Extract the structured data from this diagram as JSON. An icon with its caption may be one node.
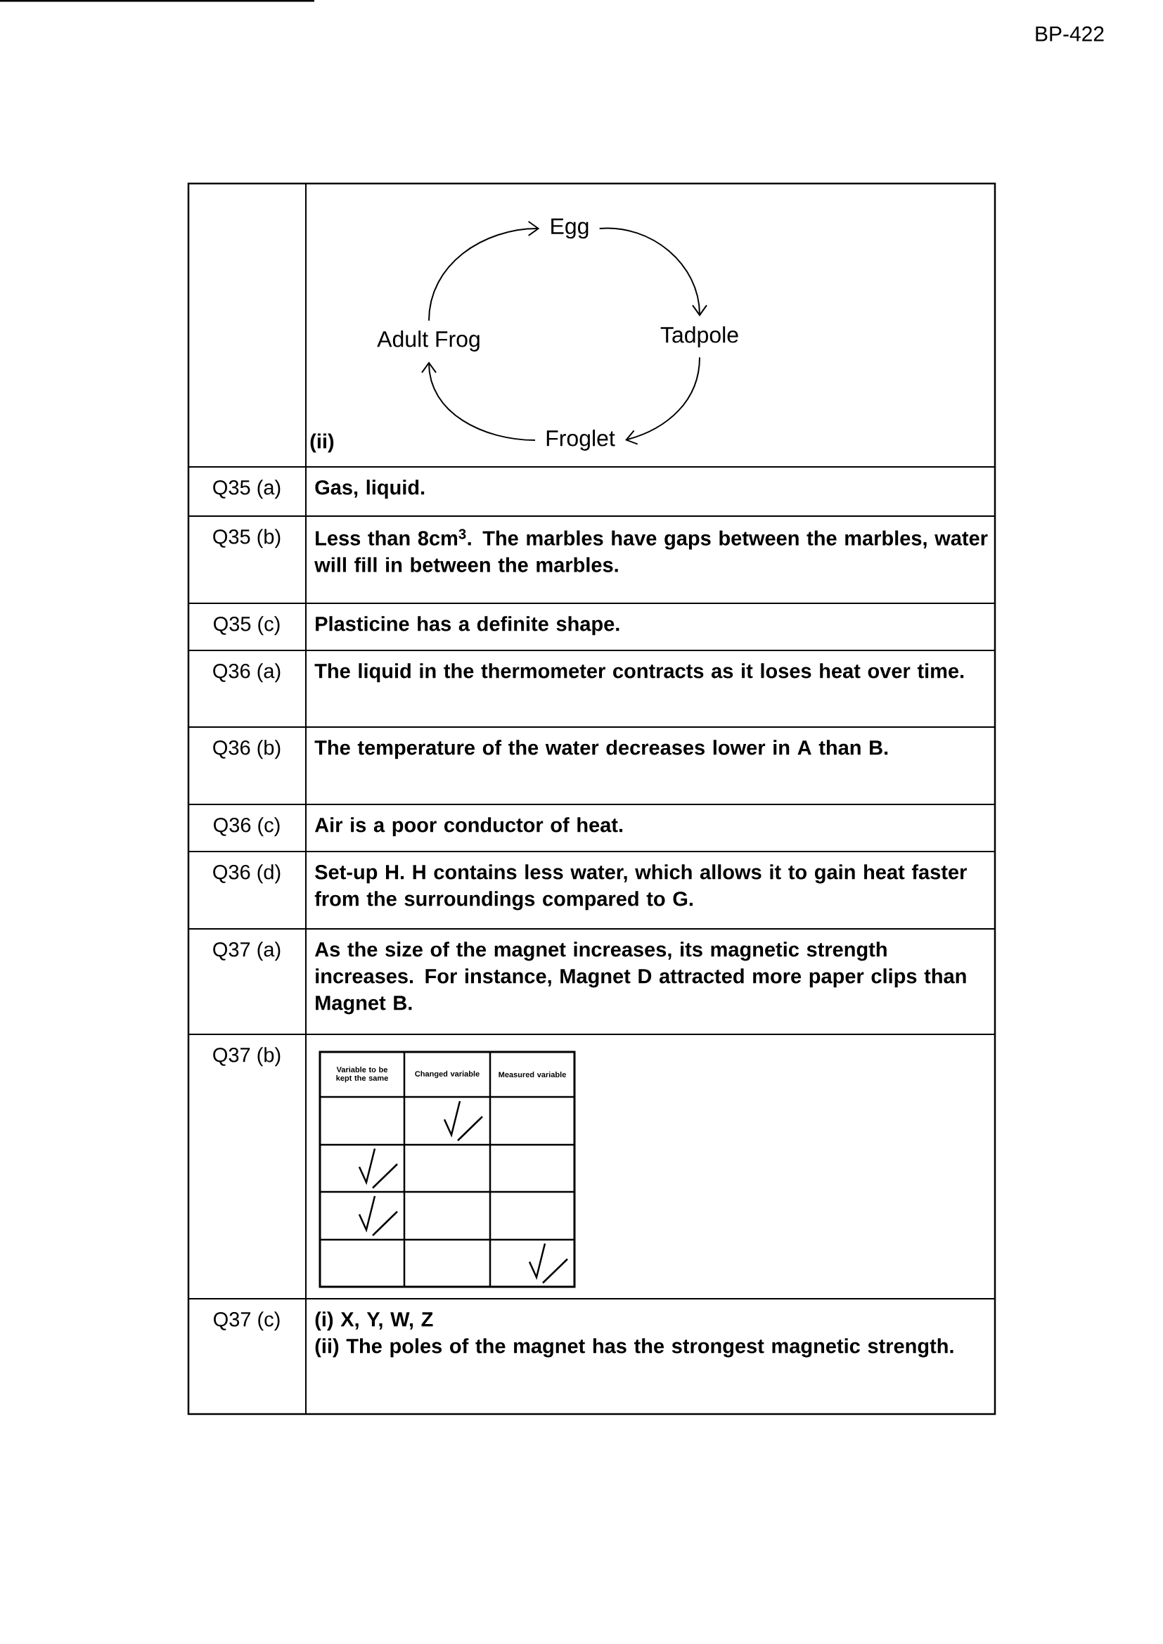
{
  "diagram": {
    "nodes": [
      {
        "text": [
          "Egg"
        ]
      },
      {
        "text": [
          "Tadpole"
        ]
      },
      {
        "text": [
          "Froglet"
        ]
      },
      {
        "text": [
          "Adult Frog"
        ]
      }
    ],
    "edges": [
      {
        "from": 0,
        "to": 1,
        "arrow": "to"
      },
      {
        "from": 1,
        "to": 2,
        "arrow": "to"
      },
      {
        "from": 2,
        "to": 3,
        "arrow": "to"
      },
      {
        "from": 3,
        "to": 0,
        "arrow": "to"
      }
    ],
    "labels": [
      "BP-422",
      "(ii)",
      "Q35 (a)",
      "Gas, liquid.",
      "Q35 (b)",
      "Less than 8cm$^{3}$. The marbles have gaps between the marbles, water will fill in between the marbles.",
      "Q35 (c)",
      "Plasticine has a definite shape.",
      "Q36 (a)",
      "The liquid in the thermometer contracts as it loses heat over time.",
      "Q36 (b)",
      "The temperature of the water decreases lower in A than B.",
      "Q36 (c)",
      "Air is a poor conductor of heat.",
      "Q36 (d)",
      "Set-up H. H contains less water, which allows it to gain heat faster from the surroundings compared to G.",
      "Q37 (a)",
      "As the size of the magnet increases, its magnetic strength increases. For instance, Magnet D attracted more paper clips than Magnet B.",
      "Q37 (b)",
      "Variable to be kept the same",
      "Changed variable",
      "Measured variable",
      "Q37 (c)",
      "(i) X, Y, W, Z",
      "(ii) The poles of the magnet has the strongest magnetic strength."
    ]
  }
}
